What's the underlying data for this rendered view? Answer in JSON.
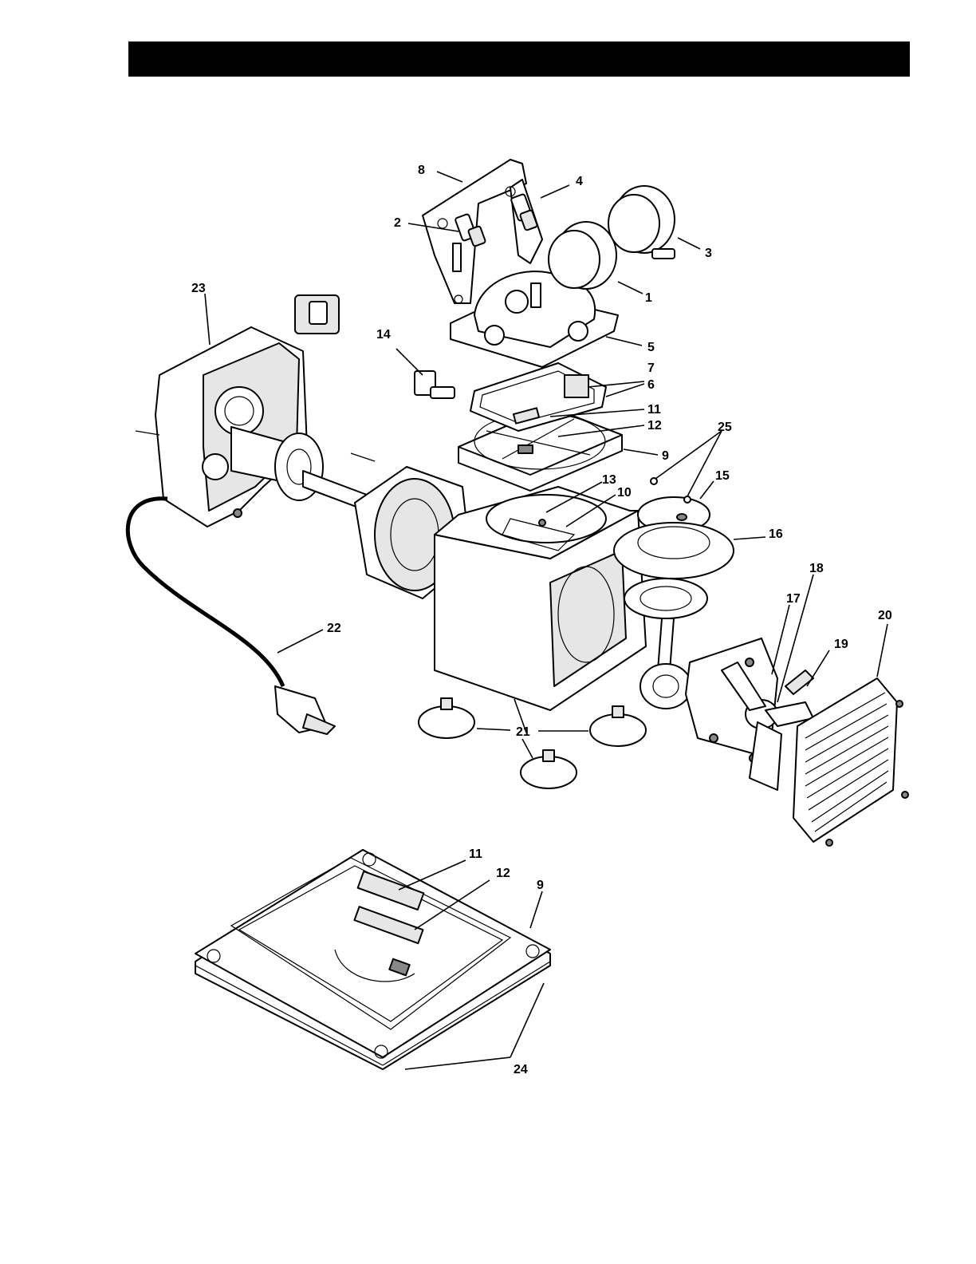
{
  "callouts": {
    "c1": "1",
    "c2": "2",
    "c3": "3",
    "c4": "4",
    "c5": "5",
    "c6": "6",
    "c7": "7",
    "c8": "8",
    "c9": "9",
    "c10": "10",
    "c11": "11",
    "c12": "12",
    "c13": "13",
    "c14": "14",
    "c15": "15",
    "c16": "16",
    "c17": "17",
    "c18": "18",
    "c19": "19",
    "c20": "20",
    "c21": "21",
    "c22": "22",
    "c23": "23",
    "c24": "24",
    "c25": "25",
    "d11": "11",
    "d12": "12",
    "d9": "9"
  }
}
